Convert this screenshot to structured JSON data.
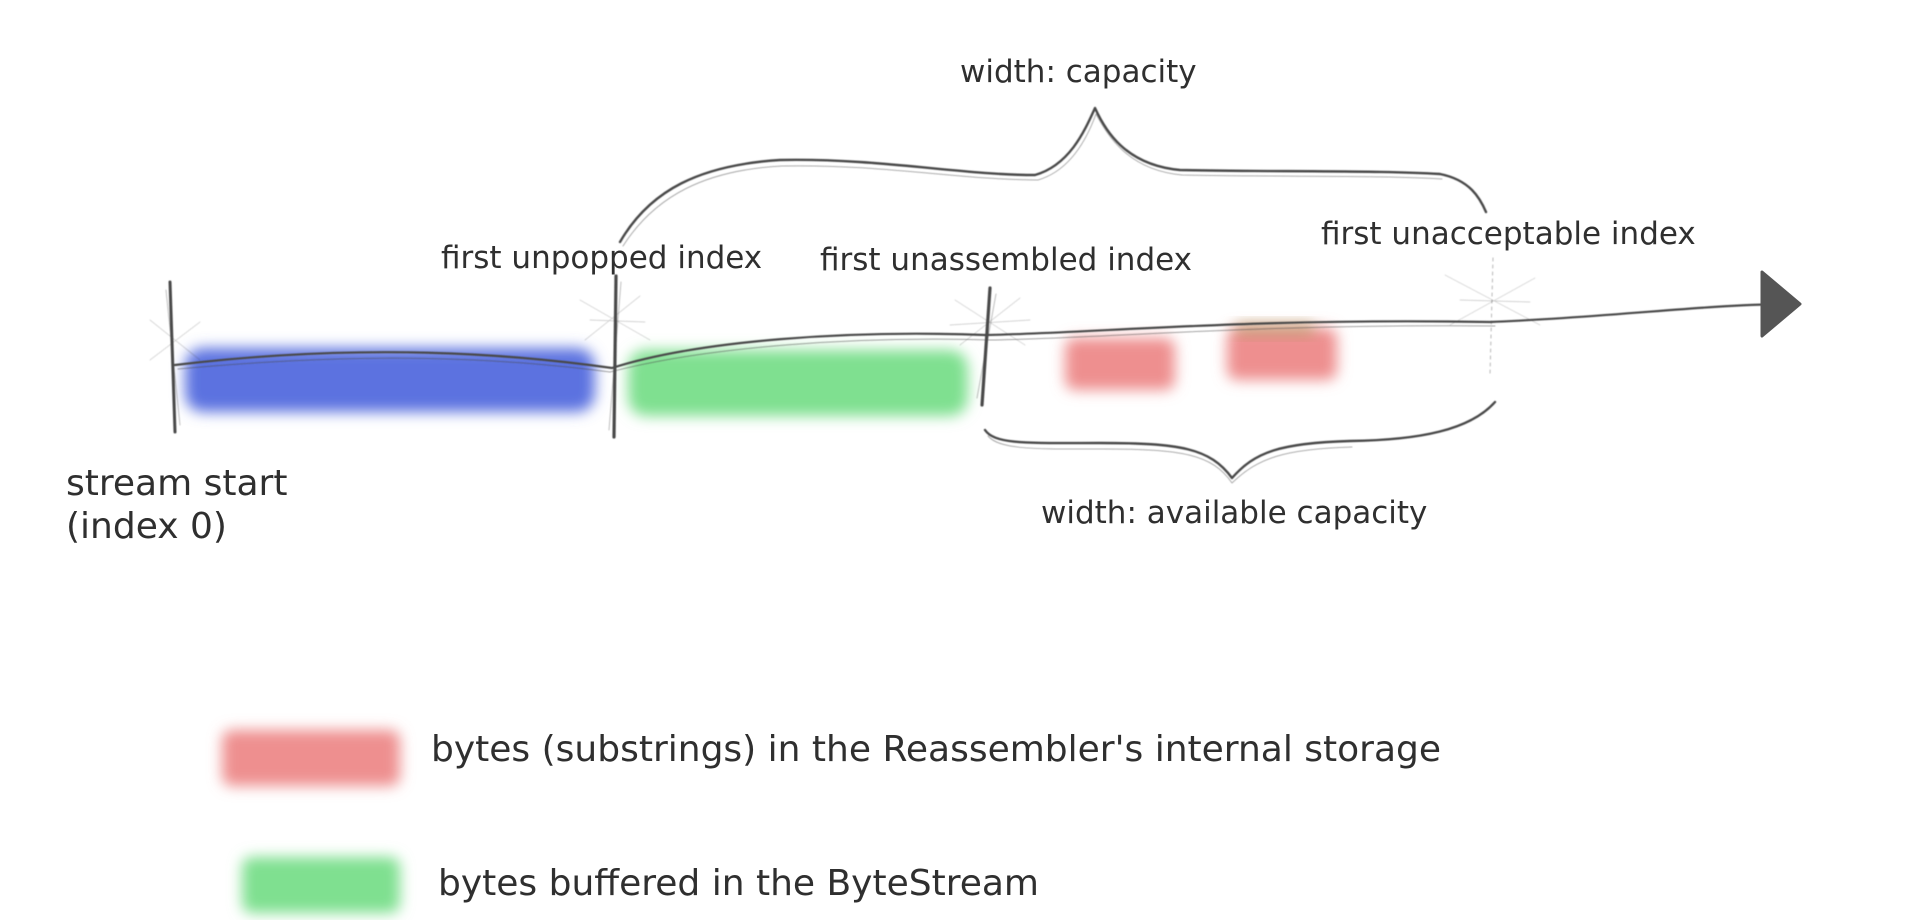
{
  "diagram": {
    "labels": {
      "capacity": "width: capacity",
      "first_unpopped": "first unpopped index",
      "first_unassembled": "first unassembled index",
      "first_unacceptable": "first unacceptable index",
      "stream_start_line1": "stream start",
      "stream_start_line2": "(index 0)",
      "available_capacity": "width: available capacity"
    },
    "colors": {
      "popped_bytes": "#5b72e0",
      "buffered_bytes": "#7fe090",
      "internal_storage": "#ee8f8f",
      "stroke": "#4a4a4a"
    }
  },
  "legend": {
    "items": [
      {
        "label": "bytes (substrings) in the Reassembler's internal storage",
        "color": "#ee8f8f"
      },
      {
        "label": "bytes buffered in the ByteStream",
        "color": "#7fe090"
      }
    ]
  }
}
